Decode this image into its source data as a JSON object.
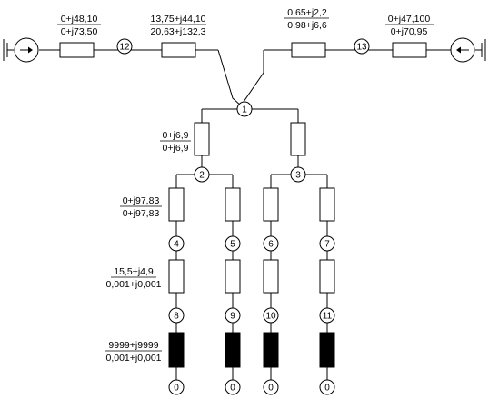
{
  "nodes": {
    "n0a": "0",
    "n0b": "0",
    "n0c": "0",
    "n0d": "0",
    "n1": "1",
    "n2": "2",
    "n3": "3",
    "n4": "4",
    "n5": "5",
    "n6": "6",
    "n7": "7",
    "n8": "8",
    "n9": "9",
    "n10": "10",
    "n11": "11",
    "n12": "12",
    "n13": "13"
  },
  "labels": {
    "src_left_top": "0+j48,10",
    "src_left_bottom": "0+j73,50",
    "line12_top": "13,75+j44,10",
    "line12_bottom": "20,63+j132,3",
    "line13_top": "0,65+j2,2",
    "line13_bottom": "0,98+j6,6",
    "src_right_top": "0+j47,100",
    "src_right_bottom": "0+j70,95",
    "branch1_top": "0+j6,9",
    "branch1_bottom": "0+j6,9",
    "branch2_top": "0+j97,83",
    "branch2_bottom": "0+j97,83",
    "branch3_top": "15,5+j4,9",
    "branch3_bottom": "0,001+j0,001",
    "load_top": "9999+j9999",
    "load_bottom": "0,001+j0,001"
  },
  "colors": {
    "ink": "#000000",
    "background": "#ffffff"
  }
}
